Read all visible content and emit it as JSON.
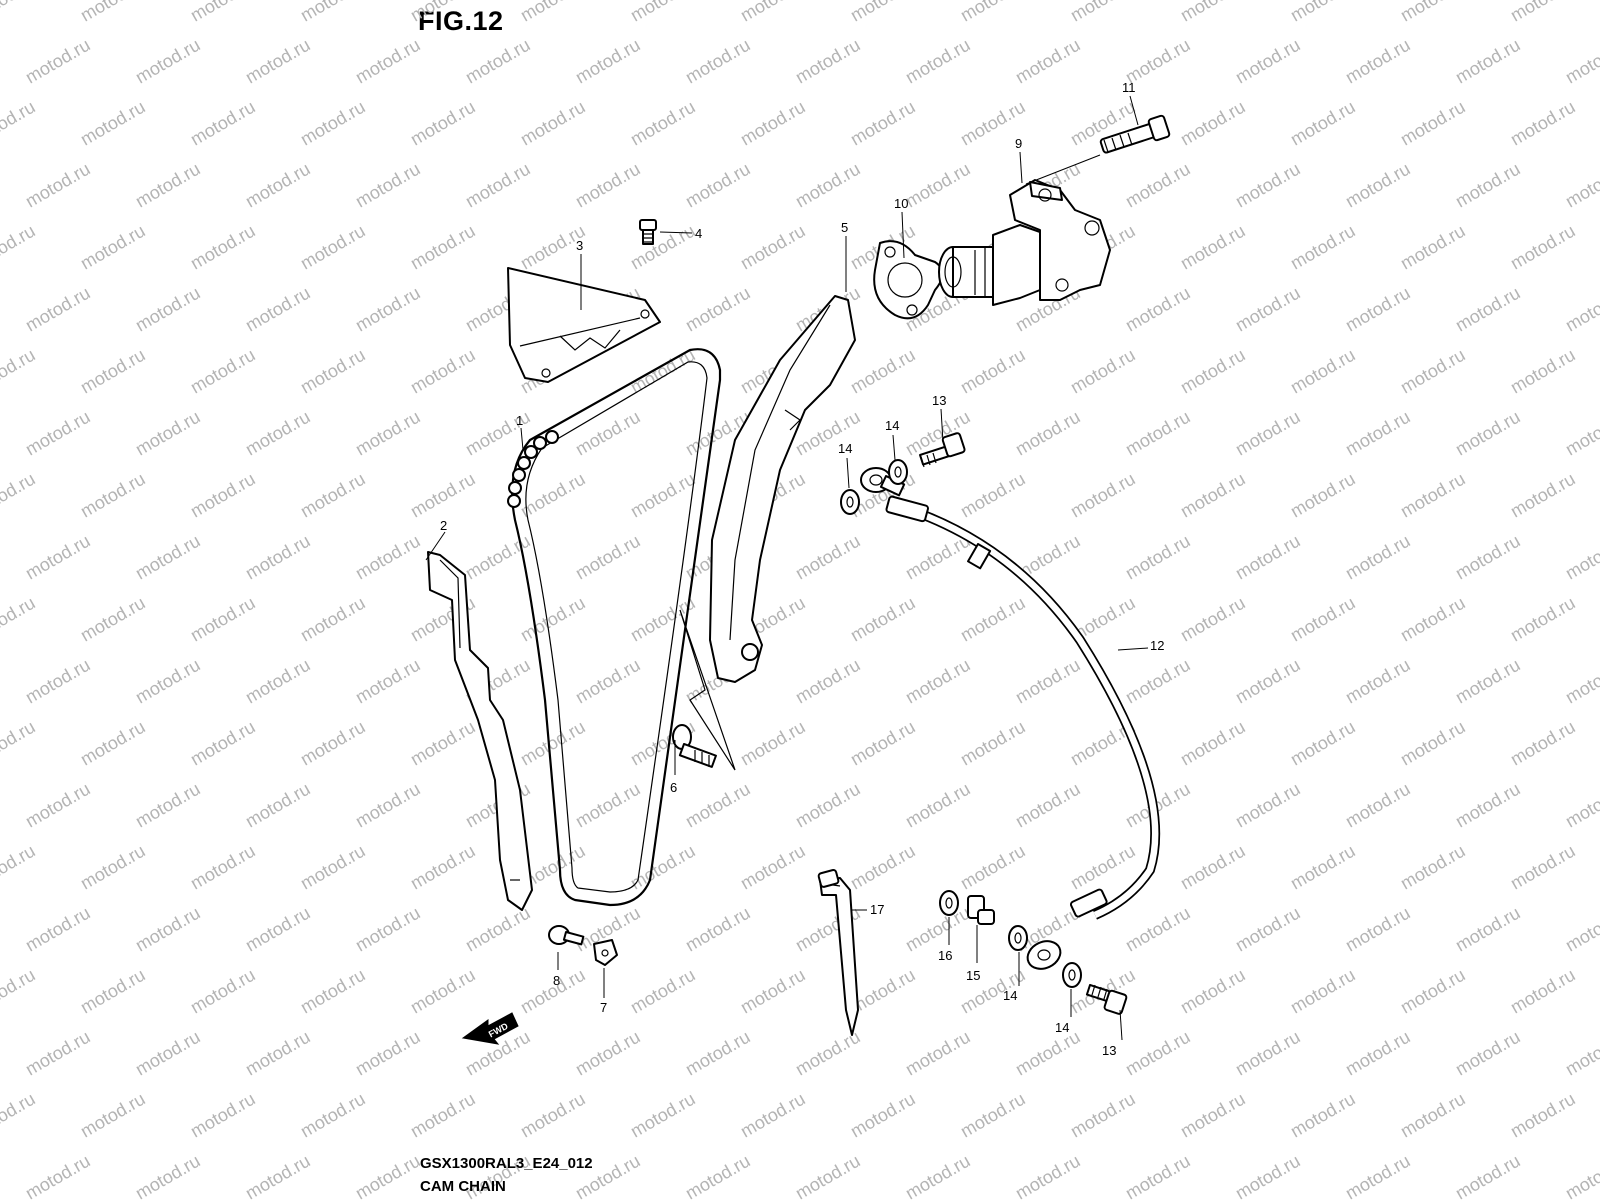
{
  "figure": {
    "title": "FIG.12",
    "code": "GSX1300RAL3_E24_012",
    "name": "CAM CHAIN"
  },
  "watermark": "motod.ru",
  "direction_marker": "FWD",
  "callouts": {
    "p1": "1",
    "p2": "2",
    "p3": "3",
    "p4": "4",
    "p5": "5",
    "p6": "6",
    "p7": "7",
    "p8": "8",
    "p9": "9",
    "p10": "10",
    "p11": "11",
    "p12": "12",
    "p13a": "13",
    "p13b": "13",
    "p14a": "14",
    "p14b": "14",
    "p14c": "14",
    "p14d": "14",
    "p15": "15",
    "p16": "16",
    "p17": "17"
  }
}
